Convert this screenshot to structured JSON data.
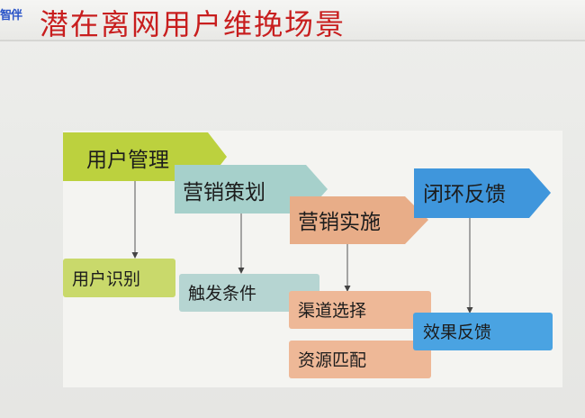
{
  "badge": "智伴",
  "title": "潜在离网用户维挽场景",
  "stages": [
    {
      "label": "用户管理",
      "color": "#bcd13e",
      "detail": {
        "label": "用户识别",
        "color": "#c9d96b"
      }
    },
    {
      "label": "营销策划",
      "color": "#a6d0cb",
      "detail": {
        "label": "触发条件",
        "color": "#b6d5d2"
      }
    },
    {
      "label": "营销实施",
      "color": "#e8ad88",
      "details": [
        {
          "label": "渠道选择",
          "color": "#eeb897"
        },
        {
          "label": "资源匹配",
          "color": "#eeb897"
        }
      ]
    },
    {
      "label": "闭环反馈",
      "color": "#3f96dc",
      "detail": {
        "label": "效果反馈",
        "color": "#4aa3e2"
      }
    }
  ]
}
